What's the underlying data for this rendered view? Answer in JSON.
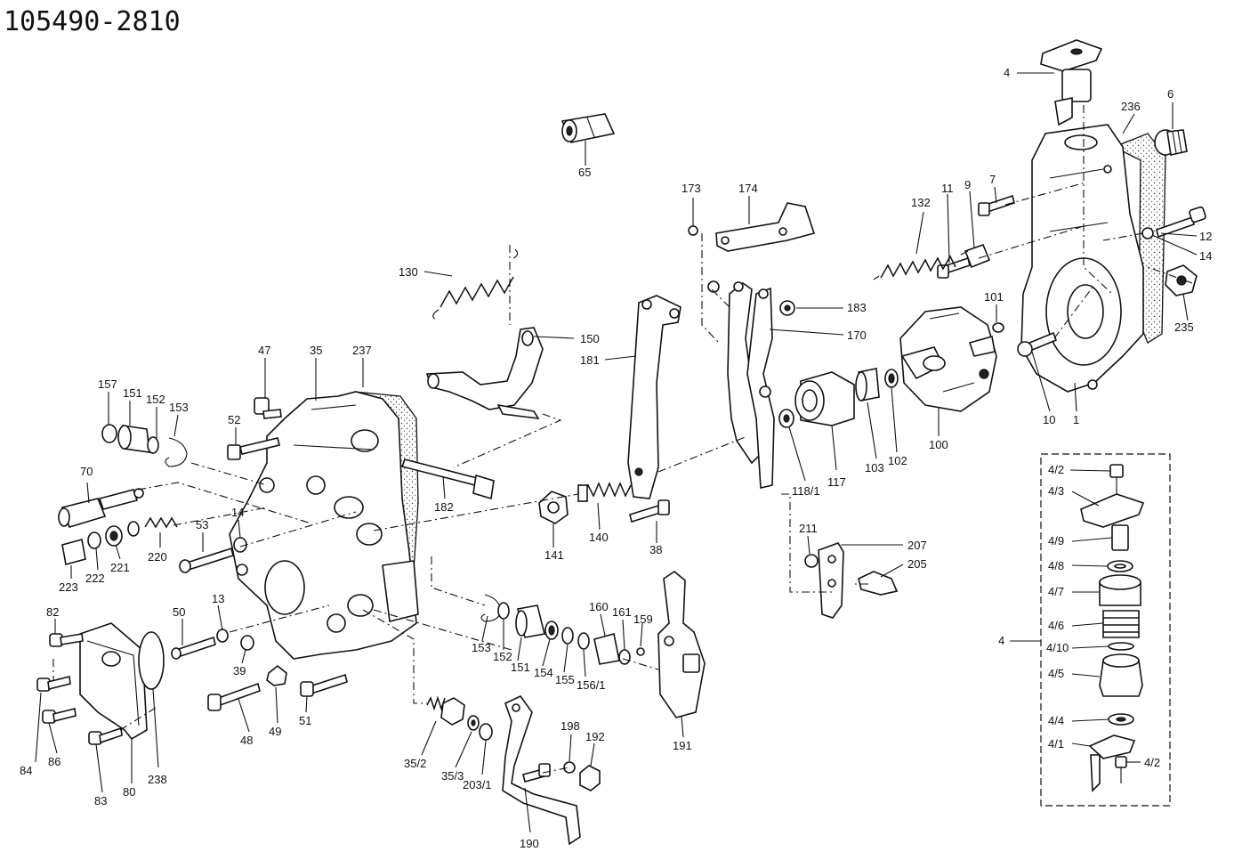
{
  "title": "105490-2810",
  "labels": {
    "p4": "4",
    "p236": "236",
    "p6": "6",
    "p7": "7",
    "p9": "9",
    "p11": "11",
    "p132": "132",
    "p12": "12",
    "p14r": "14",
    "p235": "235",
    "p101": "101",
    "p10": "10",
    "p1": "1",
    "p100": "100",
    "p102": "102",
    "p103": "103",
    "p117": "117",
    "p118_1": "118/1",
    "p183": "183",
    "p170": "170",
    "p173": "173",
    "p174": "174",
    "p65": "65",
    "p130": "130",
    "p150": "150",
    "p181": "181",
    "p47": "47",
    "p35": "35",
    "p237": "237",
    "p157": "157",
    "p151a": "151",
    "p152a": "152",
    "p153a": "153",
    "p52": "52",
    "p182": "182",
    "p70": "70",
    "p53": "53",
    "p14l": "14",
    "p220": "220",
    "p223": "223",
    "p222": "222",
    "p221": "221",
    "p141": "141",
    "p140": "140",
    "p38": "38",
    "p211": "211",
    "p207": "207",
    "p205": "205",
    "p82": "82",
    "p50": "50",
    "p13": "13",
    "p39": "39",
    "p48": "48",
    "p49": "49",
    "p51": "51",
    "p84": "84",
    "p86": "86",
    "p83": "83",
    "p80": "80",
    "p238": "238",
    "p153b": "153",
    "p152b": "152",
    "p151b": "151",
    "p154": "154",
    "p155": "155",
    "p156_1": "156/1",
    "p160": "160",
    "p161": "161",
    "p159": "159",
    "p191": "191",
    "p35_2": "35/2",
    "p35_3": "35/3",
    "p203_1": "203/1",
    "p198": "198",
    "p192": "192",
    "p190": "190",
    "k4_2a": "4/2",
    "k4_3": "4/3",
    "k4_9": "4/9",
    "k4_8": "4/8",
    "k4_7": "4/7",
    "k4_6": "4/6",
    "k4_10": "4/10",
    "k4_5": "4/5",
    "k4_4": "4/4",
    "k4_1": "4/1",
    "k4_2b": "4/2",
    "k4": "4"
  }
}
